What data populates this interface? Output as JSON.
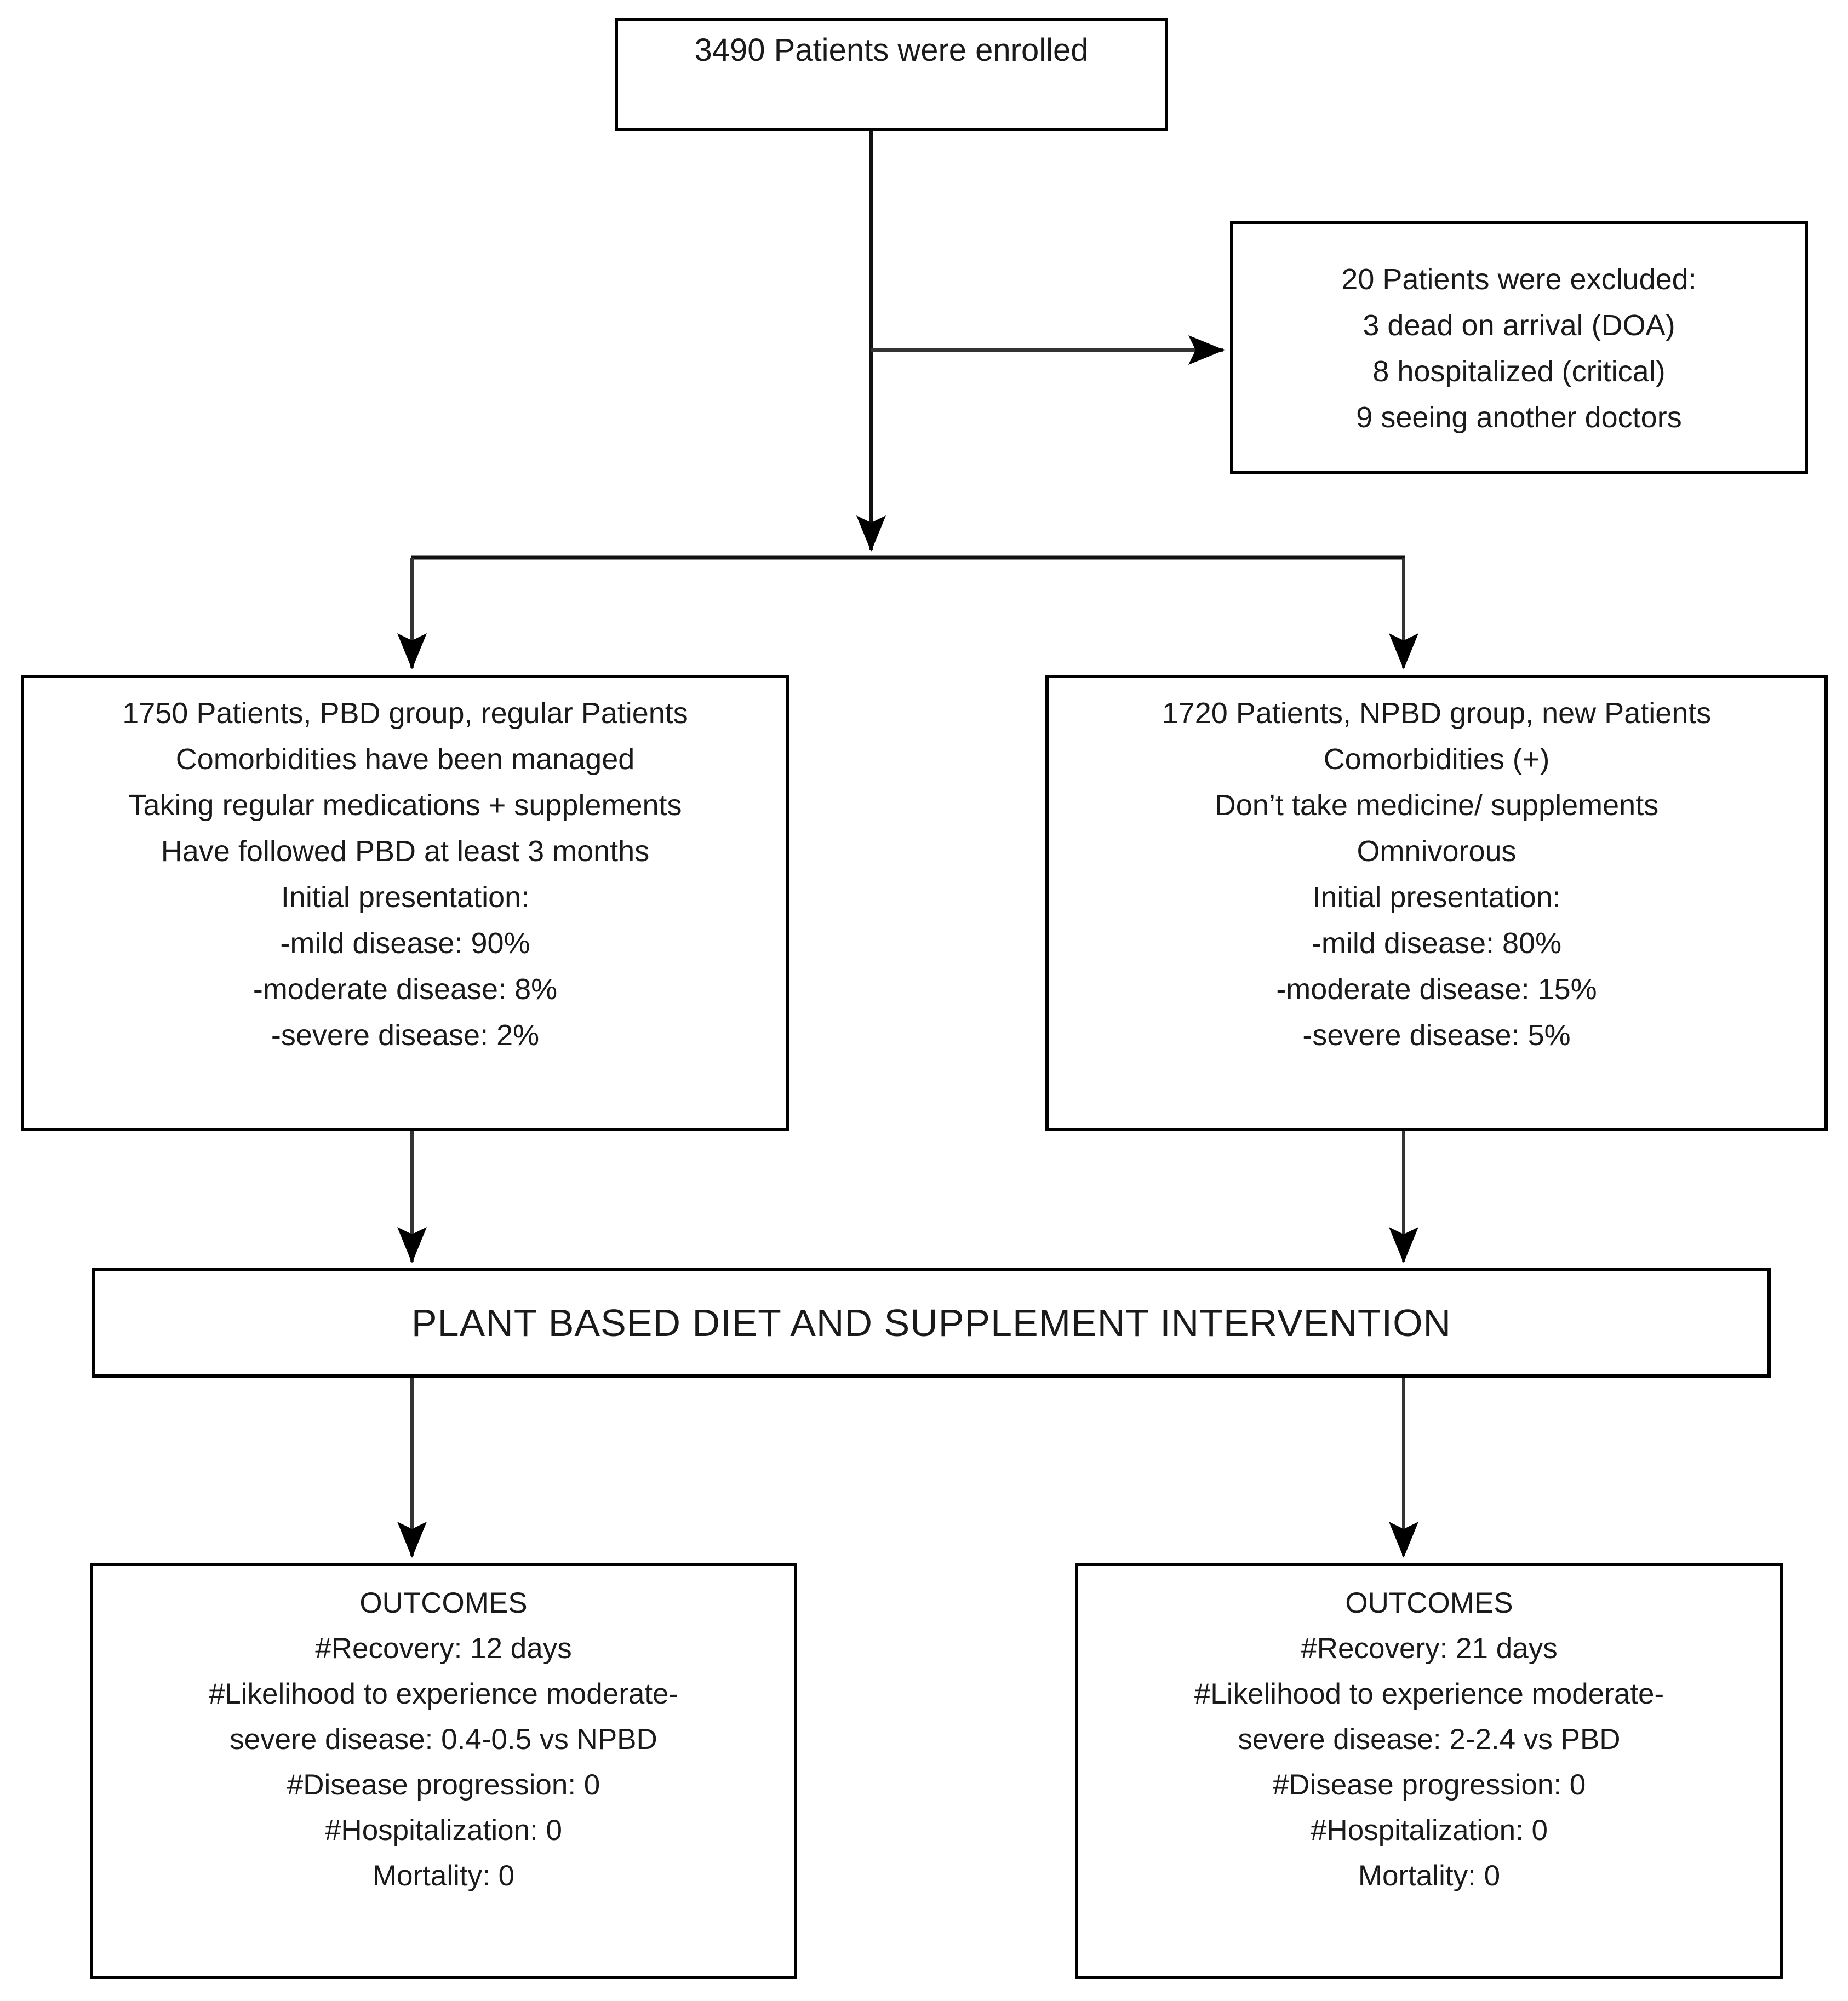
{
  "diagram": {
    "title": "Patient enrollment and plant based diet intervention flow chart",
    "line_color": "#000000",
    "text_color": "#1a1a1a",
    "background": "#ffffff"
  },
  "nodes": {
    "enrolled": {
      "lines": [
        "3490 Patients were enrolled"
      ]
    },
    "excluded": {
      "lines": [
        "20 Patients were excluded:",
        "3 dead on arrival (DOA)",
        "8 hospitalized (critical)",
        "9 seeing another doctors"
      ]
    },
    "pbd_group": {
      "lines": [
        "1750 Patients, PBD group, regular Patients",
        "Comorbidities have been managed",
        "Taking regular medications + supplements",
        "Have followed PBD at least 3 months",
        "Initial presentation:",
        "-mild disease: 90%",
        "-moderate disease: 8%",
        "-severe disease: 2%"
      ]
    },
    "npbd_group": {
      "lines": [
        "1720 Patients, NPBD group, new Patients",
        "Comorbidities (+)",
        "Don’t take medicine/ supplements",
        "Omnivorous",
        "Initial presentation:",
        "-mild disease: 80%",
        "-moderate disease: 15%",
        "-severe disease: 5%"
      ]
    },
    "intervention": {
      "lines": [
        "PLANT BASED DIET AND SUPPLEMENT INTERVENTION"
      ]
    },
    "outcome_pbd": {
      "lines": [
        "OUTCOMES",
        "#Recovery: 12 days",
        "#Likelihood to experience moderate-",
        "severe disease: 0.4-0.5 vs NPBD",
        "#Disease progression: 0",
        "#Hospitalization: 0",
        "Mortality: 0"
      ]
    },
    "outcome_npbd": {
      "lines": [
        "OUTCOMES",
        "#Recovery: 21 days",
        "#Likelihood to experience moderate-",
        "severe disease: 2-2.4 vs PBD",
        "#Disease progression: 0",
        "#Hospitalization: 0",
        "Mortality: 0"
      ]
    }
  },
  "chart_data": {
    "type": "table",
    "title": "Study flow: PBD vs NPBD groups",
    "categories": [
      "PBD group",
      "NPBD group"
    ],
    "series": [
      {
        "name": "Patients enrolled in group",
        "values": [
          1750,
          1720
        ]
      },
      {
        "name": "Mild disease at presentation (%)",
        "values": [
          90,
          80
        ]
      },
      {
        "name": "Moderate disease at presentation (%)",
        "values": [
          8,
          15
        ]
      },
      {
        "name": "Severe disease at presentation (%)",
        "values": [
          2,
          5
        ]
      },
      {
        "name": "Recovery (days)",
        "values": [
          12,
          21
        ]
      },
      {
        "name": "Disease progression",
        "values": [
          0,
          0
        ]
      },
      {
        "name": "Hospitalization",
        "values": [
          0,
          0
        ]
      },
      {
        "name": "Mortality",
        "values": [
          0,
          0
        ]
      }
    ],
    "annotations": [
      "Total enrolled: 3490",
      "Excluded: 20 (3 DOA, 8 hospitalized critical, 9 seeing another doctors)",
      "PBD likelihood moderate-severe disease: 0.4-0.5 vs NPBD",
      "NPBD likelihood moderate-severe disease: 2-2.4 vs PBD"
    ]
  }
}
